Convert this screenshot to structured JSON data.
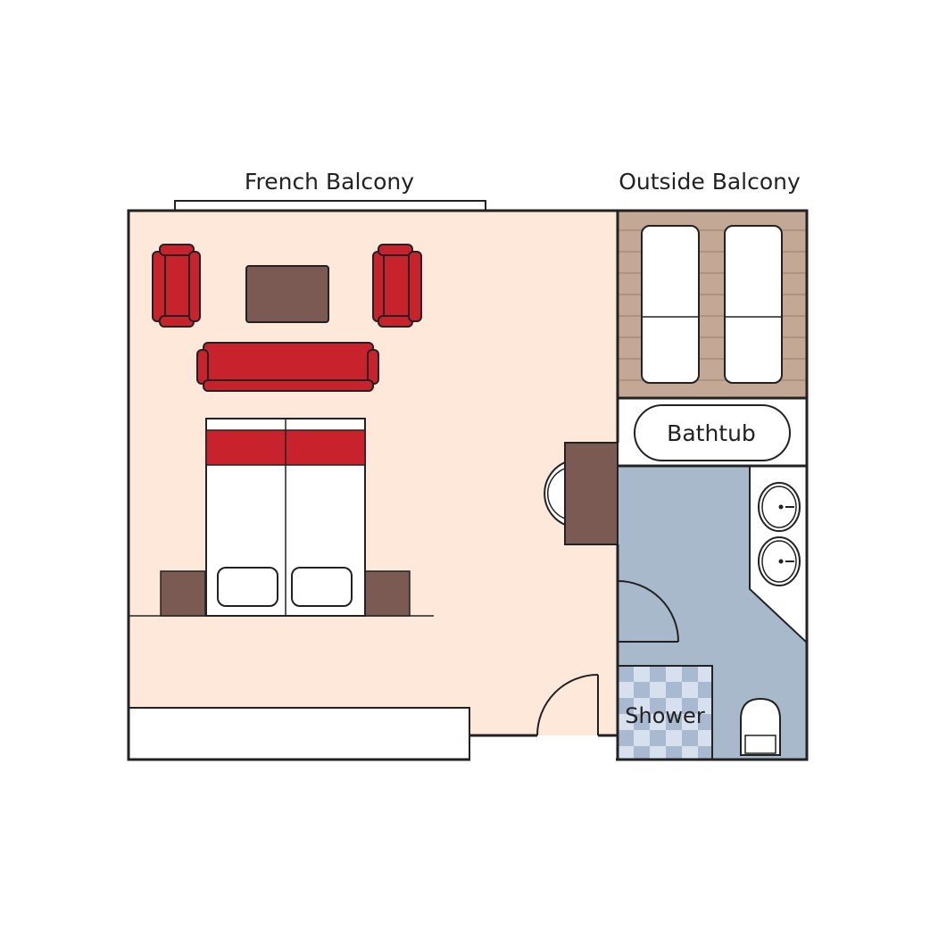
{
  "labels": {
    "french_balcony": "French Balcony",
    "outside_balcony": "Outside Balcony",
    "bathtub": "Bathtub",
    "shower": "Shower"
  },
  "colors": {
    "room_floor": "#fde8d9",
    "bathroom_floor": "#a8b9cc",
    "balcony_deck": "#c4a896",
    "furniture_red": "#c8222d",
    "furniture_brown": "#7a5a52",
    "wall": "#222222",
    "white": "#ffffff",
    "shower_tile_light": "#d6e0ee",
    "shower_tile_dark": "#a9bad0"
  },
  "icons": [
    "armchair-icon",
    "coffee-table-icon",
    "sofa-icon",
    "bed-icon",
    "nightstand-icon",
    "desk-icon",
    "stool-icon",
    "sunlounger-icon",
    "sink-icon",
    "toilet-icon",
    "door-swing-icon",
    "bathtub-icon",
    "shower-tile-icon"
  ]
}
